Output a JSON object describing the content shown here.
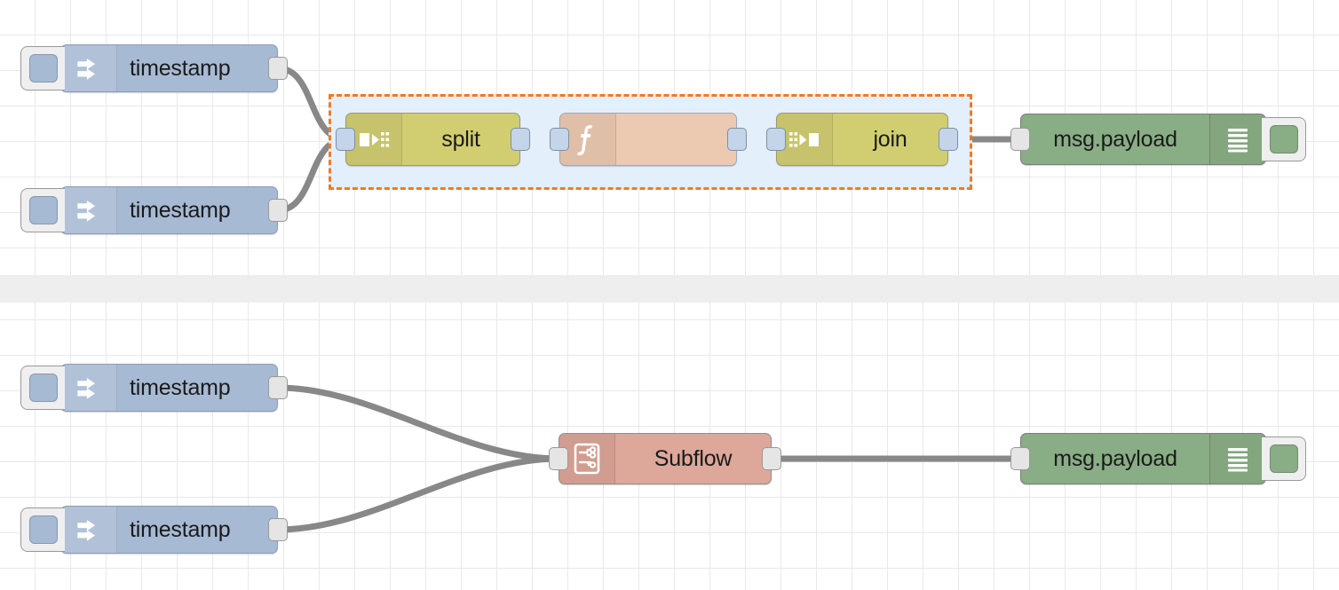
{
  "app": {
    "name": "node-red-flow-editor",
    "canvas_background": "#ffffff",
    "grid_color": "#e9e9e9",
    "divider_color": "#eeeeee"
  },
  "colors": {
    "inject": "#a7bad4",
    "split_join": "#d1ce72",
    "function": "#eccab1",
    "subflow": "#dda79a",
    "debug": "#89ad85",
    "wire": "#888888",
    "selection_border": "#ef7b24",
    "selection_fill": "#e3effb",
    "port": "#e5e5e5",
    "port_selected": "#c4d5ea"
  },
  "flows": [
    {
      "id": "flow-top",
      "nodes": [
        {
          "id": "inject-1",
          "type": "inject",
          "label": "timestamp",
          "icon": "inject-arrow-icon",
          "button": "inject-trigger-button"
        },
        {
          "id": "inject-2",
          "type": "inject",
          "label": "timestamp",
          "icon": "inject-arrow-icon",
          "button": "inject-trigger-button"
        },
        {
          "id": "split-1",
          "type": "split",
          "label": "split",
          "icon": "split-icon"
        },
        {
          "id": "function-1",
          "type": "function",
          "label": "",
          "icon": "function-f-icon"
        },
        {
          "id": "join-1",
          "type": "join",
          "label": "join",
          "icon": "join-icon"
        },
        {
          "id": "debug-1",
          "type": "debug",
          "label": "msg.payload",
          "icon": "debug-lines-icon",
          "button": "debug-toggle-button"
        }
      ],
      "selection": {
        "label": "selection-region",
        "contains": [
          "split-1",
          "function-1",
          "join-1"
        ]
      }
    },
    {
      "id": "flow-bottom",
      "nodes": [
        {
          "id": "inject-3",
          "type": "inject",
          "label": "timestamp",
          "icon": "inject-arrow-icon",
          "button": "inject-trigger-button"
        },
        {
          "id": "inject-4",
          "type": "inject",
          "label": "timestamp",
          "icon": "inject-arrow-icon",
          "button": "inject-trigger-button"
        },
        {
          "id": "subflow-1",
          "type": "subflow",
          "label": "Subflow",
          "icon": "subflow-icon"
        },
        {
          "id": "debug-2",
          "type": "debug",
          "label": "msg.payload",
          "icon": "debug-lines-icon",
          "button": "debug-toggle-button"
        }
      ]
    }
  ],
  "labels": {
    "timestamp": "timestamp",
    "split": "split",
    "join": "join",
    "subflow": "Subflow",
    "msg_payload": "msg.payload",
    "function_empty": ""
  }
}
